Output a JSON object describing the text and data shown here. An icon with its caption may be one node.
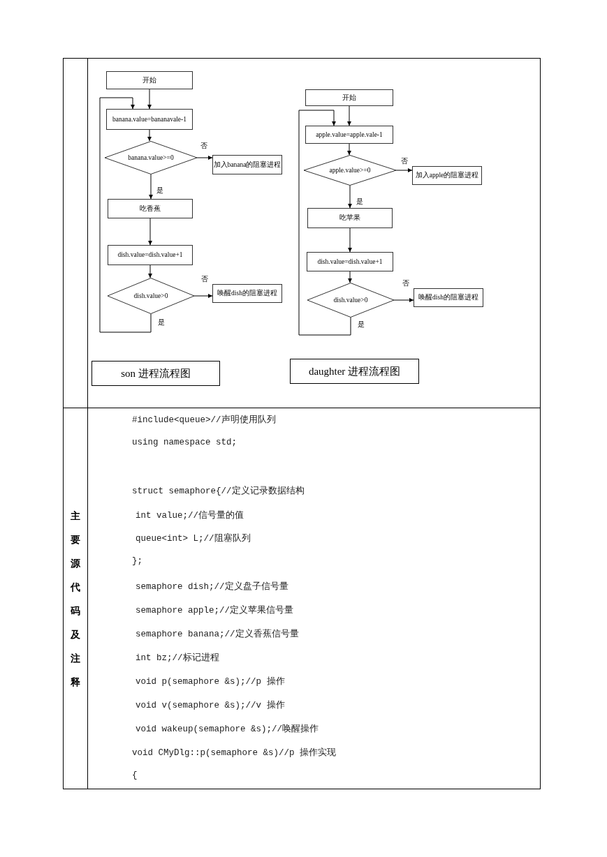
{
  "diagram": {
    "nodes": [
      {
        "text": [
          "开始"
        ]
      },
      {
        "text": [
          "banana.value=bananavale-1"
        ]
      },
      {
        "text": [
          "banana.value>=0"
        ]
      },
      {
        "text": [
          "加入banana的阻塞进程"
        ]
      },
      {
        "text": [
          "吃香蕉"
        ]
      },
      {
        "text": [
          "dish.value=dish.value+1"
        ]
      },
      {
        "text": [
          "dish.value>0"
        ]
      },
      {
        "text": [
          "唤醒dish的阻塞进程"
        ]
      },
      {
        "text": [
          "开始"
        ]
      },
      {
        "text": [
          "apple.value=apple.vale-1"
        ]
      },
      {
        "text": [
          "apple.value>=0"
        ]
      },
      {
        "text": [
          "加入apple的阻塞进程"
        ]
      },
      {
        "text": [
          "吃苹果"
        ]
      },
      {
        "text": [
          "dish.value=dish.value+1"
        ]
      },
      {
        "text": [
          "dish.value>0"
        ]
      },
      {
        "text": [
          "唤醒dish的阻塞进程"
        ]
      },
      {
        "text": [
          "son 进程流程图"
        ]
      },
      {
        "text": [
          "daughter 进程流程图"
        ]
      }
    ],
    "edges": [
      {
        "from": 0,
        "to": 1,
        "arrow": "to"
      },
      {
        "from": 1,
        "to": 2,
        "arrow": "to"
      },
      {
        "from": 2,
        "to": 3,
        "arrow": "to",
        "label": "否"
      },
      {
        "from": 2,
        "to": 4,
        "arrow": "to",
        "label": "是"
      },
      {
        "from": 4,
        "to": 5,
        "arrow": "to"
      },
      {
        "from": 5,
        "to": 6,
        "arrow": "to"
      },
      {
        "from": 6,
        "to": 7,
        "arrow": "to",
        "label": "否"
      },
      {
        "from": 6,
        "to": 1,
        "arrow": "to",
        "label": "是"
      },
      {
        "from": 8,
        "to": 9,
        "arrow": "to"
      },
      {
        "from": 9,
        "to": 10,
        "arrow": "to"
      },
      {
        "from": 10,
        "to": 11,
        "arrow": "to",
        "label": "否"
      },
      {
        "from": 10,
        "to": 12,
        "arrow": "to",
        "label": "是"
      },
      {
        "from": 12,
        "to": 13,
        "arrow": "to"
      },
      {
        "from": 13,
        "to": 14,
        "arrow": "to"
      },
      {
        "from": 14,
        "to": 15,
        "arrow": "to",
        "label": "否"
      },
      {
        "from": 14,
        "to": 9,
        "arrow": "to",
        "label": "是"
      }
    ],
    "labels": [
      "主要源代码及注释",
      "#include<queue>//声明使用队列",
      "using namespace std;",
      "struct semaphore{//定义记录数据结构",
      "int value;//信号量的值",
      "queue<int> L;//阻塞队列",
      "};",
      "semaphore dish;//定义盘子信号量",
      "semaphore apple;//定义苹果信号量",
      "semaphore banana;//定义香蕉信号量",
      "int bz;//标记进程",
      "void p(semaphore &s);//p 操作",
      "void v(semaphore &s);//v 操作",
      "void wakeup(semaphore &s);//唤醒操作",
      "void CMyDlg::p(semaphore &s)//p 操作实现",
      "{"
    ]
  }
}
